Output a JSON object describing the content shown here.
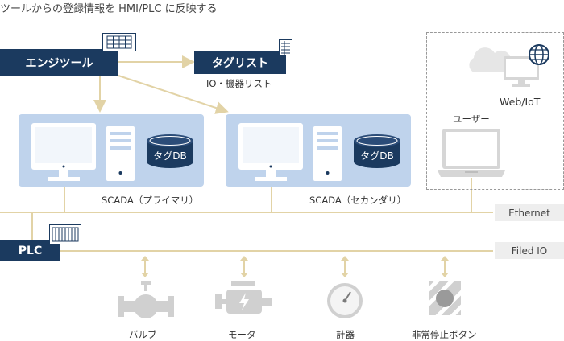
{
  "title": "ツールからの登録情報を HMI/PLC に反映する",
  "engineering_tool": "エンジツール",
  "tag_list": {
    "label": "タグリスト",
    "sub": "IO・機器リスト"
  },
  "scada_primary": {
    "db": "タグDB",
    "label": "SCADA（プライマリ）"
  },
  "scada_secondary": {
    "db": "タグDB",
    "label": "SCADA（セカンダリ）"
  },
  "remote": {
    "web_iot": "Web/IoT",
    "user": "ユーザー"
  },
  "networks": {
    "ethernet": "Ethernet",
    "field_io": "Filed IO"
  },
  "plc": "PLC",
  "devices": [
    "バルブ",
    "モータ",
    "計器",
    "非常停止ボタン"
  ],
  "colors": {
    "navy": "#1b3a5f",
    "panel": "#bfd3ec",
    "line": "#e2d3a6",
    "device": "#d0d0d0",
    "label_bg": "#eeeeee"
  }
}
